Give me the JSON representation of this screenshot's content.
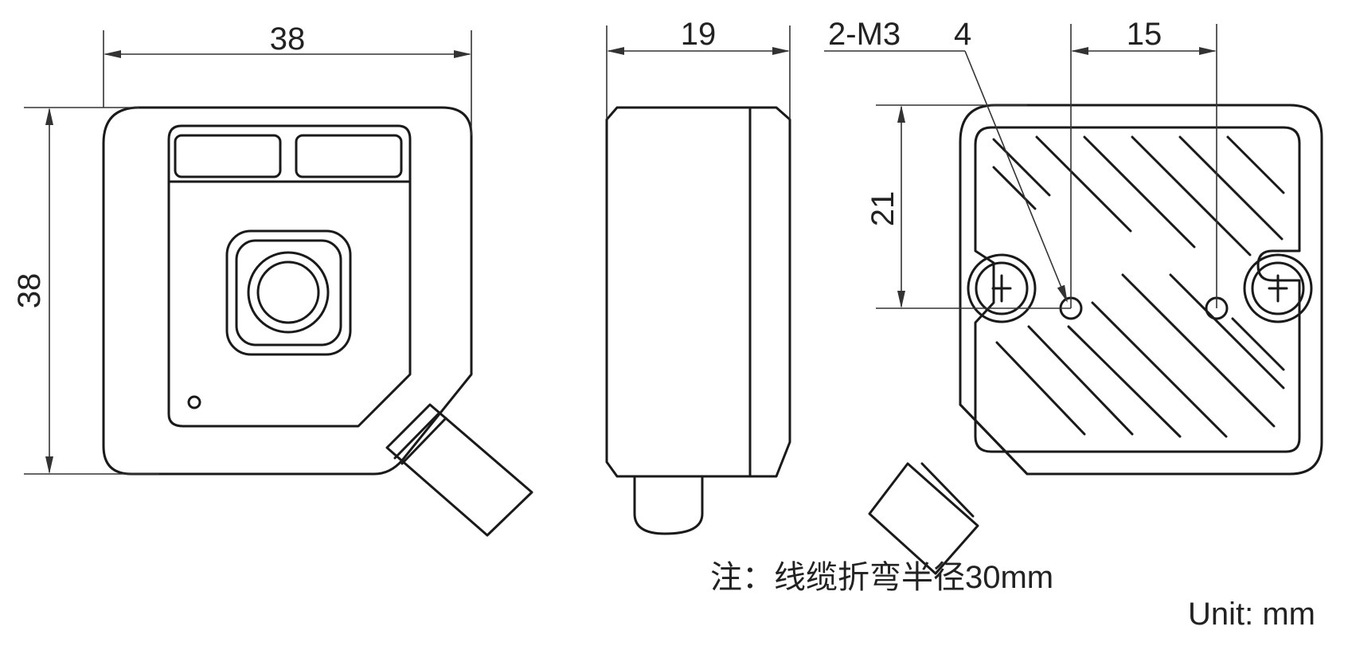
{
  "dimensions": {
    "front_width": "38",
    "front_height": "38",
    "side_depth": "19",
    "thread_label": "2-M3",
    "thread_depth": "4",
    "hole_spacing": "15",
    "hole_height": "21"
  },
  "notes": {
    "cable_note": "注：线缆折弯半径30mm",
    "unit": "Unit: mm"
  },
  "colors": {
    "line": "#1a1a1a",
    "background": "#ffffff"
  }
}
